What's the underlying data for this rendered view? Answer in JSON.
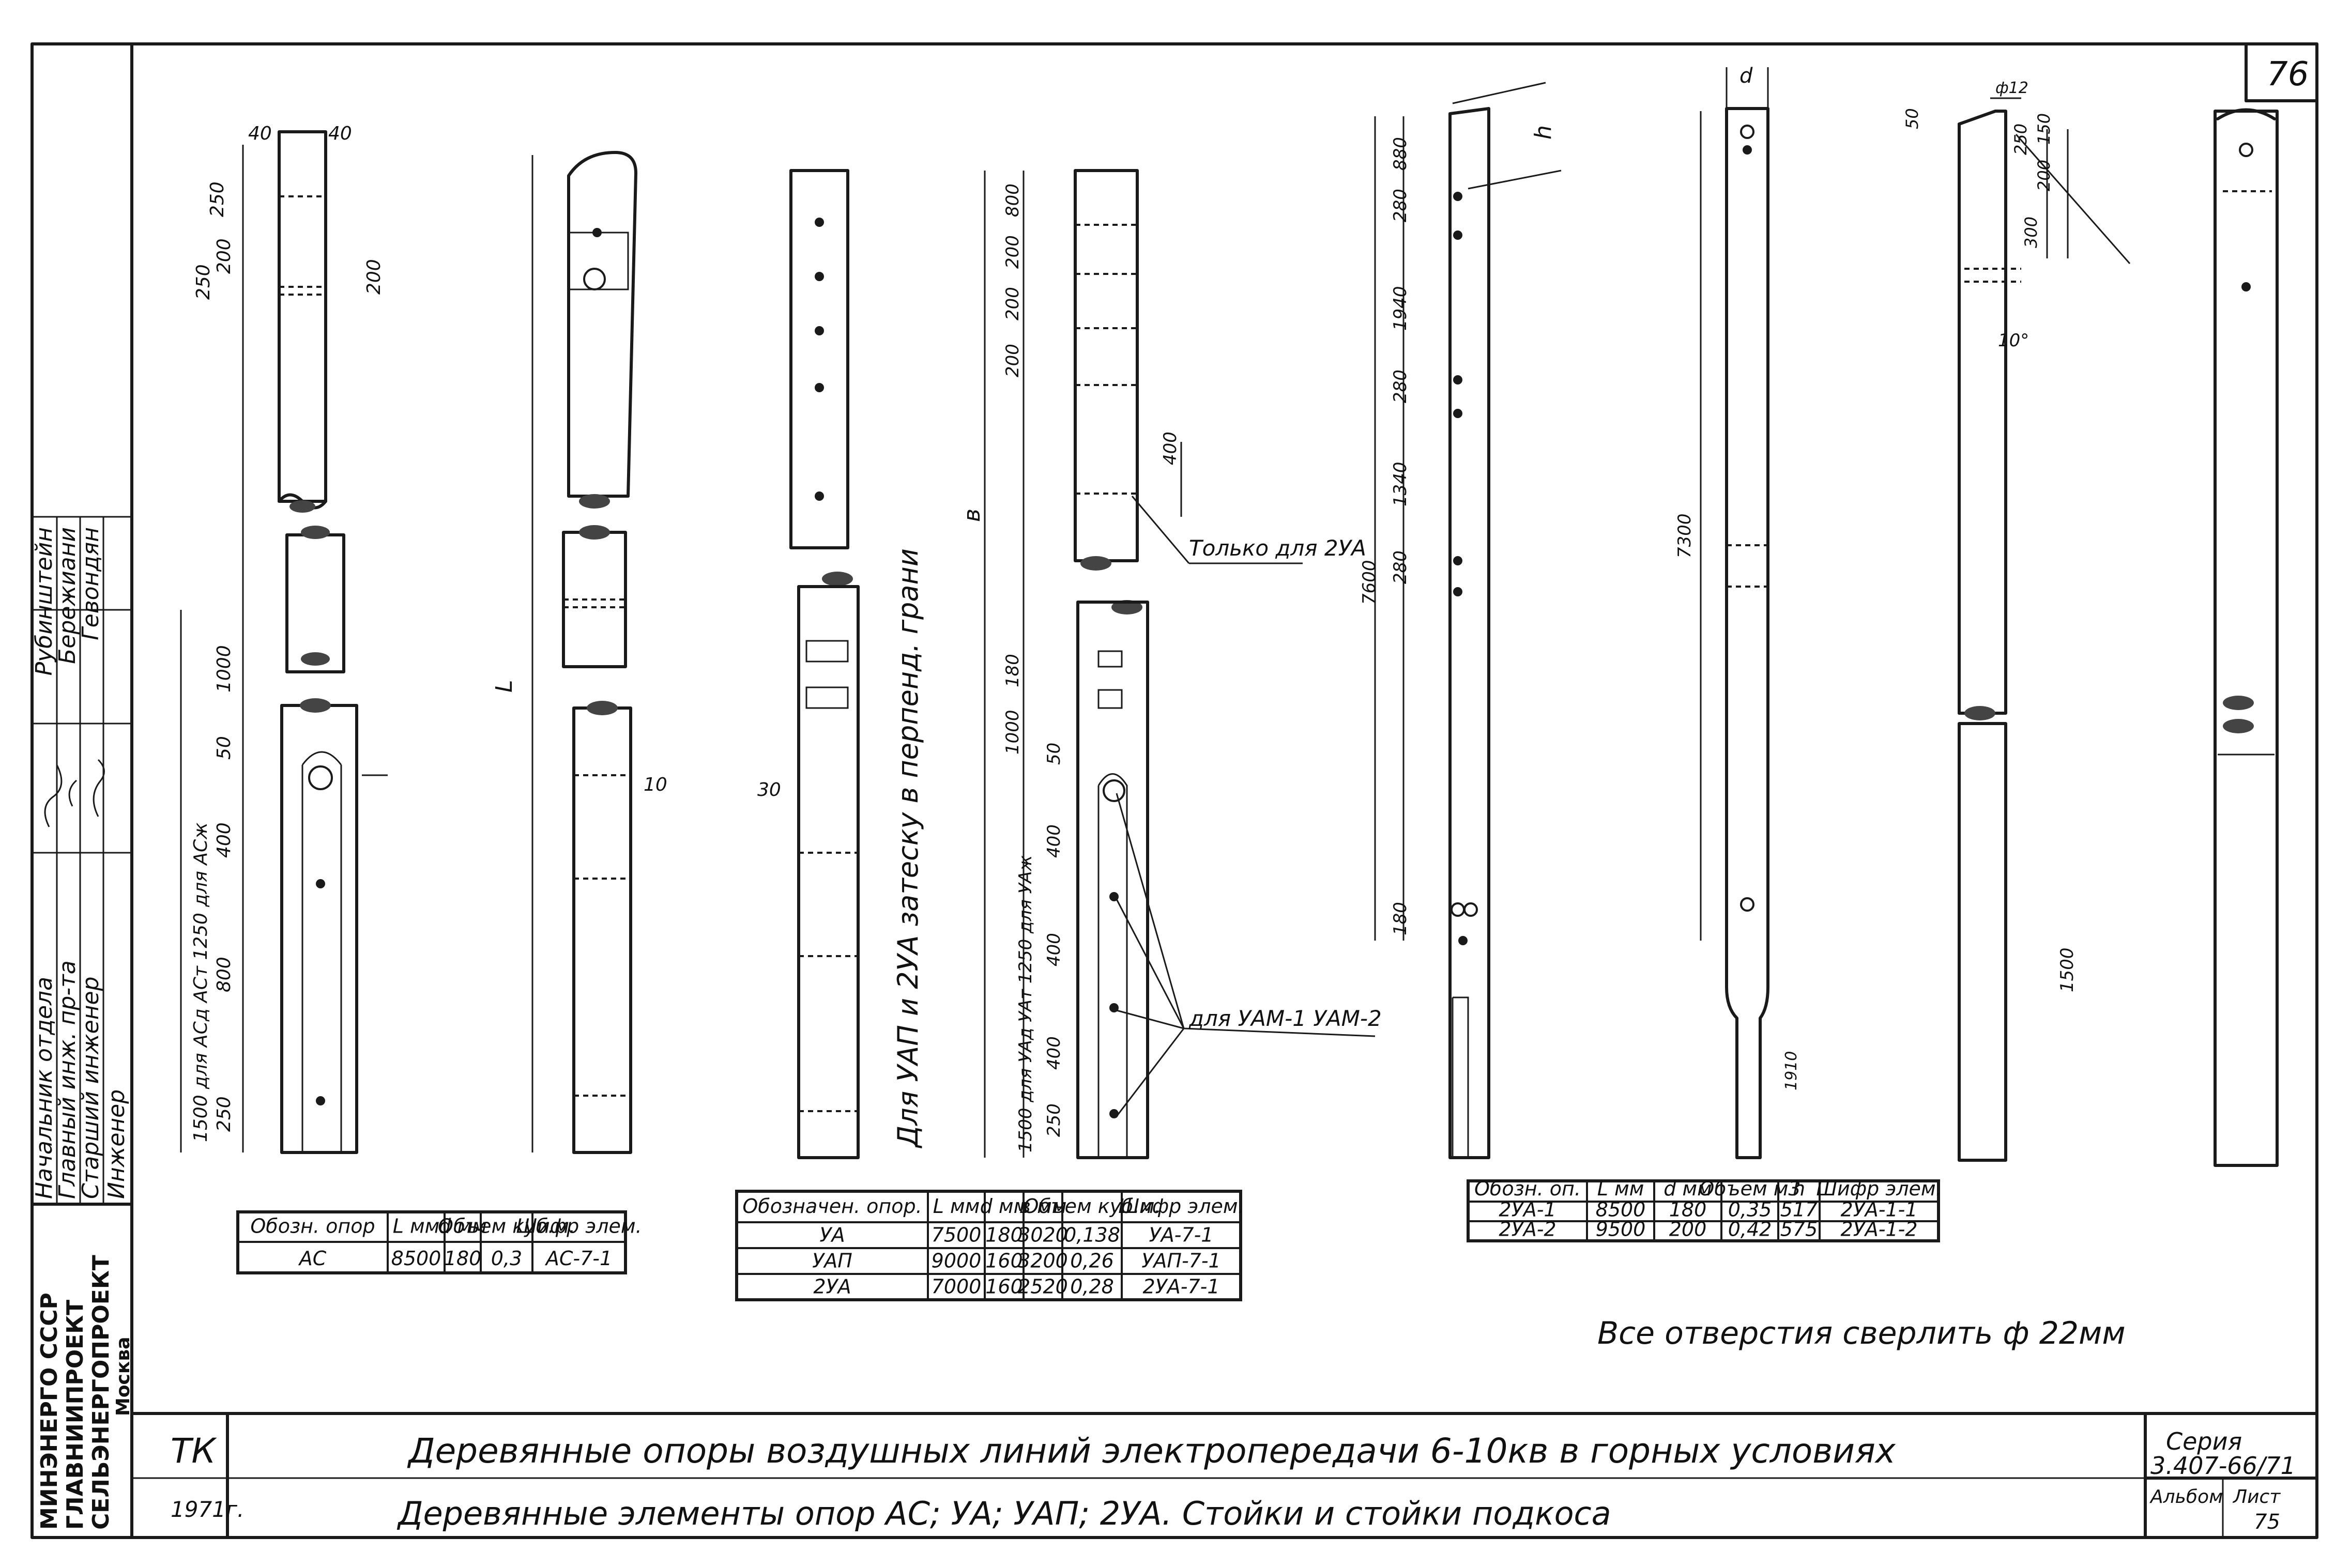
{
  "sheet": {
    "number": "76",
    "series_label": "Серия",
    "series_value": "3.407-66/71",
    "album_label": "Альбом",
    "sheet_label": "Лист",
    "sheet_value": "75",
    "code": "ТК",
    "year": "1971г.",
    "title_main": "Дерeвянные опоры воздушных линий электропередачи 6-10кв в горных условиях",
    "title_sub": "Деревянные элементы опор АС; УА; УАП; 2УА. Стойки и стойки подкоса"
  },
  "organization": {
    "ministry": "МИНЭНЕРГО СССР",
    "institute": "ГЛАВНИИПРОЕКТ",
    "department": "СЕЛЬЭНЕРГОПРОЕКТ",
    "city": "Москва"
  },
  "signatures": [
    {
      "role": "Начальник отдела",
      "name": "Рубинштейн"
    },
    {
      "role": "Главный инж. пр-та",
      "name": "Бережиани"
    },
    {
      "role": "Старший инженер",
      "name": "Гевондян"
    },
    {
      "role": "Инженер",
      "name": ""
    }
  ],
  "notes": {
    "drilling": "Все отверстия сверлить ф 22мм",
    "only_for_2ua": "Только для 2УА",
    "for_uam": "для УАМ-1 УАМ-2",
    "side_note": "Для УАП и 2УА затеску в перпенд. грани"
  },
  "dimensions": {
    "ac": [
      "40",
      "40",
      "250",
      "250",
      "200",
      "200",
      "1000",
      "50",
      "400",
      "800",
      "250",
      "1500 для АСд АСт 1250 для АСж",
      "10"
    ],
    "ua": [
      "800",
      "200",
      "200",
      "200",
      "400",
      "180",
      "1000",
      "50",
      "400",
      "400",
      "400",
      "250",
      "1500 для УАд УАт 1250 для УАж",
      "30"
    ],
    "ua1": [
      "880",
      "280",
      "1940",
      "280",
      "1340",
      "280",
      "180",
      "7600"
    ],
    "ua2": [
      "d",
      "7300"
    ],
    "brace": [
      "ф12",
      "50",
      "250",
      "150",
      "200",
      "300",
      "10°",
      "1500",
      "1910"
    ],
    "symbols": [
      "L",
      "h",
      "в"
    ]
  },
  "tables": {
    "ac": {
      "headers": [
        "Обозн. опор",
        "L мм",
        "d мм",
        "Объем куб.м.",
        "Шифр элем."
      ],
      "rows": [
        [
          "АС",
          "8500",
          "180",
          "0,3",
          "АС-7-1"
        ]
      ]
    },
    "ua": {
      "headers": [
        "Обозначен. опор.",
        "L мм",
        "d мм",
        "в мм",
        "Объем куб.м.",
        "Шифр элем."
      ],
      "rows": [
        [
          "УА",
          "7500",
          "180",
          "3020",
          "0,138",
          "УА-7-1"
        ],
        [
          "УАП",
          "9000",
          "160",
          "3200",
          "0,26",
          "УАП-7-1"
        ],
        [
          "2УА",
          "7000",
          "160",
          "2520",
          "0,28",
          "2УА-7-1"
        ]
      ]
    },
    "ua_brace": {
      "headers": [
        "Обозн. оп.",
        "L мм",
        "d мм",
        "Объем м3",
        "h",
        "Шифр элем."
      ],
      "rows": [
        [
          "2УА-1",
          "8500",
          "180",
          "0,35",
          "517",
          "2УА-1-1"
        ],
        [
          "2УА-2",
          "9500",
          "200",
          "0,42",
          "575",
          "2УА-1-2"
        ]
      ]
    }
  }
}
